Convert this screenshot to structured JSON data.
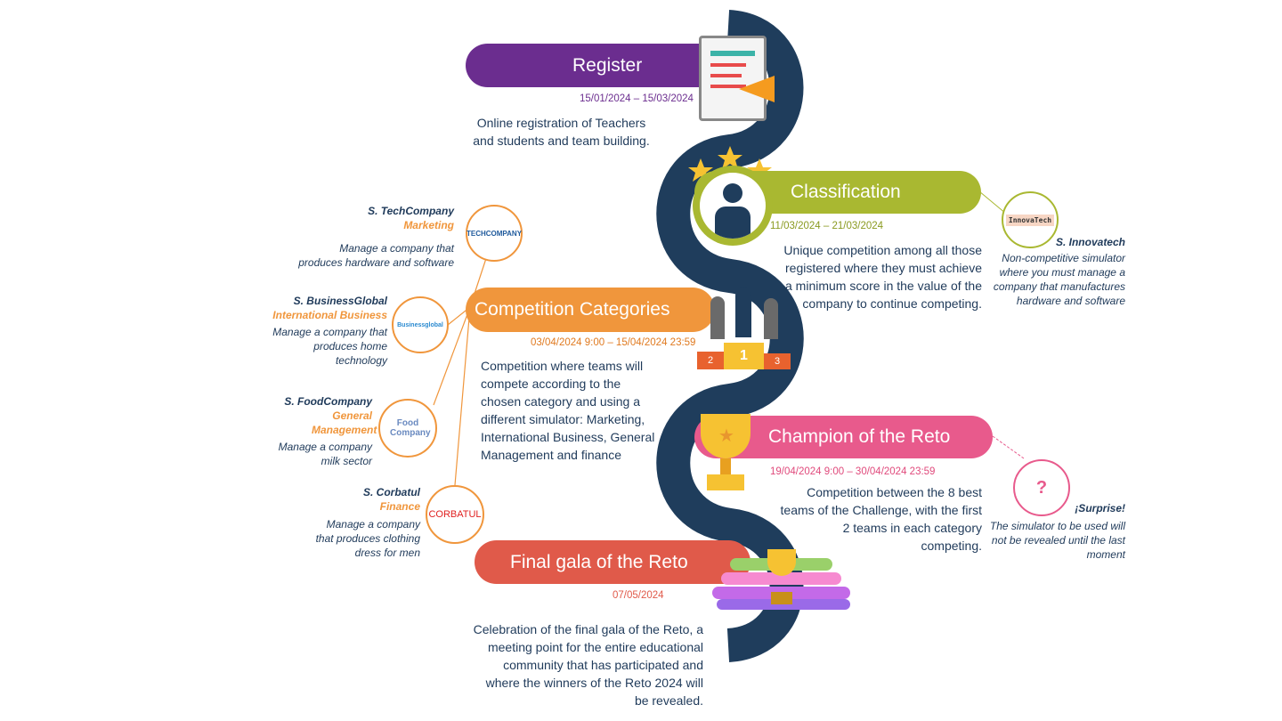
{
  "stages": [
    {
      "title": "Register",
      "date": "15/01/2024 – 15/03/2024",
      "description": "Online registration of Teachers and students and team building.",
      "color": "#6b2d8f"
    },
    {
      "title": "Classification",
      "date": "11/03/2024 – 21/03/2024",
      "description": "Unique competition among all those registered where they must achieve a minimum score in the value of the company to continue competing.",
      "color": "#a9b831"
    },
    {
      "title": "Competition Categories",
      "date": "03/04/2024 9:00 – 15/04/2024 23:59",
      "description": "Competition where teams will compete according to the chosen category and using a different simulator: Marketing, International Business, General Management and finance",
      "color": "#f0963c"
    },
    {
      "title": "Champion of the Reto",
      "date": "19/04/2024 9:00 – 30/04/2024 23:59",
      "description": "Competition between the 8 best teams of the Challenge, with the first 2 teams in each category competing.",
      "color": "#e85a8c"
    },
    {
      "title": "Final gala of the Reto",
      "date": "07/05/2024",
      "description": "Celebration of the final gala of the Reto, a meeting point for the entire educational community that has participated and where the winners of the Reto 2024 will be revealed.",
      "color": "#e05a4a"
    }
  ],
  "simulators": [
    {
      "name": "S. TechCompany",
      "category": "Marketing",
      "description": "Manage a company that produces hardware and software",
      "logo": "TECHCOMPANY"
    },
    {
      "name": "S. BusinessGlobal",
      "category": "International Business",
      "description": "Manage a company that produces home technology",
      "logo": "Businessglobal"
    },
    {
      "name": "S. FoodCompany",
      "category": "General Management",
      "description": "Manage a company milk sector",
      "logo": "Food Company"
    },
    {
      "name": "S. Corbatul",
      "category": "Finance",
      "description": "Manage a company that produces clothing dress for men",
      "logo": "CORBATUL"
    }
  ],
  "innovatech": {
    "name": "S. Innovatech",
    "description": "Non-competitive simulator where you must manage a company that manufactures hardware and software",
    "logo": "InnovaTech"
  },
  "surprise": {
    "name": "¡Surprise!",
    "description": "The simulator to be used will not be revealed until the last moment",
    "symbol": "?"
  },
  "podium": {
    "first": "1",
    "second": "2",
    "third": "3"
  },
  "snake_color": "#1f3d5c"
}
